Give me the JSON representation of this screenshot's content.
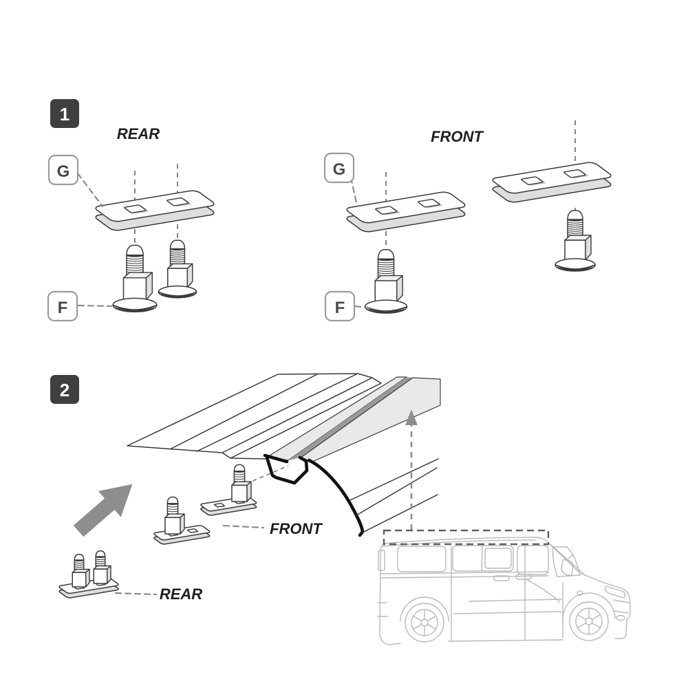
{
  "page": {
    "background": "#ffffff",
    "description": "Roof rack fitting kit installation instructions, two steps with van illustration"
  },
  "step1": {
    "number": "1",
    "rear_title": "REAR",
    "front_title": "FRONT",
    "plate_label": "G",
    "bolt_label": "F"
  },
  "step2": {
    "number": "2",
    "front_label": "FRONT",
    "rear_label": "REAR"
  },
  "colors": {
    "badge_bg": "#3f3f3f",
    "badge_text": "#ffffff",
    "label_border": "#9b9b9b",
    "label_text": "#4a4a4a",
    "line": "#3a3a3a",
    "title_text": "#1f1f1f",
    "dash": "#8a8a8a",
    "gray_arrow": "#8e8e8e",
    "van_line": "#b9b9b9",
    "shade_light": "#e9e9e9",
    "shade_dark": "#9a9a9a",
    "plate_side": "#dedede",
    "hole_back": "#c9c9c9",
    "channel_bold": "#111111"
  }
}
